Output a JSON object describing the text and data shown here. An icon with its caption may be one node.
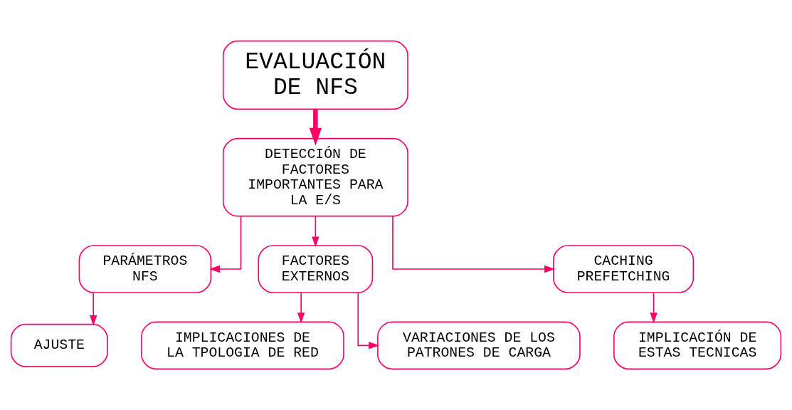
{
  "diagram": {
    "nodes": [
      {
        "text": [
          "EVALUACIÓN DE NFS"
        ]
      },
      {
        "text": [
          "DETECCIÓN DE FACTORES IMPORTANTES PARA LA E/S"
        ]
      },
      {
        "text": [
          "PARÁMETROS NFS"
        ]
      },
      {
        "text": [
          "AJUSTE"
        ]
      },
      {
        "text": [
          "FACTORES EXTERNOS"
        ]
      },
      {
        "text": [
          "IMPLICACIONES DE LA TPOLOGIA DE RED"
        ]
      },
      {
        "text": [
          "VARIACIONES DE LOS PATRONES DE CARGA"
        ]
      },
      {
        "text": [
          "CACHING PREFETCHING"
        ]
      },
      {
        "text": [
          "IMPLICACIÓN DE ESTAS TECNICAS"
        ]
      }
    ],
    "edges": [
      {
        "from": 0,
        "to": 1,
        "arrow": "to",
        "style": "thick"
      },
      {
        "from": 1,
        "to": 2,
        "arrow": "to"
      },
      {
        "from": 1,
        "to": 4,
        "arrow": "to"
      },
      {
        "from": 1,
        "to": 7,
        "arrow": "to"
      },
      {
        "from": 2,
        "to": 3,
        "arrow": "to"
      },
      {
        "from": 4,
        "to": 5,
        "arrow": "to"
      },
      {
        "from": 4,
        "to": 6,
        "arrow": "to"
      },
      {
        "from": 7,
        "to": 8,
        "arrow": "to"
      }
    ]
  }
}
